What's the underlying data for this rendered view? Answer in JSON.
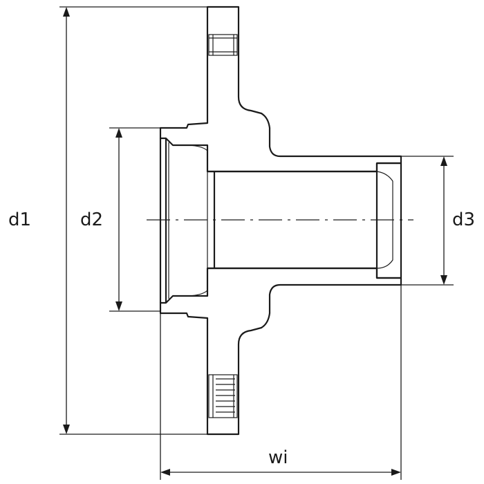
{
  "drawing": {
    "labels": {
      "d1": "d1",
      "d2": "d2",
      "d3": "d3",
      "wi": "wi"
    },
    "colors": {
      "line": "#1a1a1a",
      "background": "#ffffff"
    }
  }
}
